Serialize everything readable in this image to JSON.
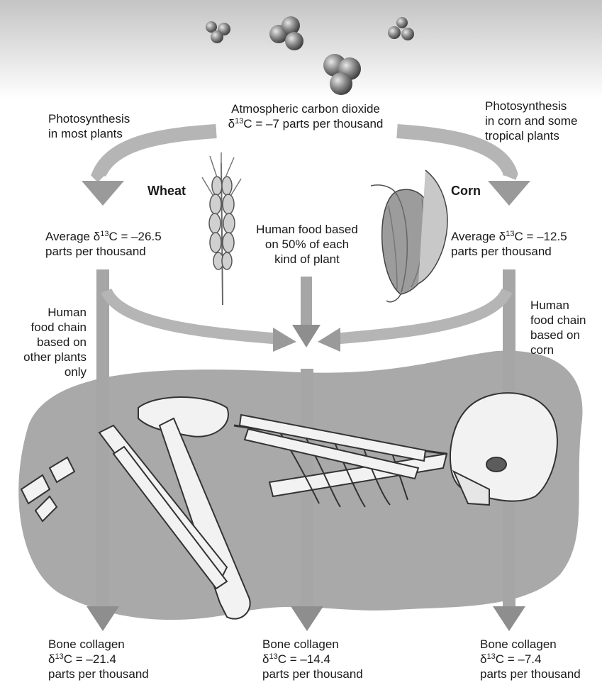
{
  "source": {
    "line1": "Atmospheric carbon dioxide",
    "delta_prefix": "δ",
    "superscript": "13",
    "line2_suffix": "C = –7 parts per thousand"
  },
  "pathways": {
    "left_photo": [
      "Photosynthesis",
      "in most plants"
    ],
    "right_photo": [
      "Photosynthesis",
      "in corn and some",
      "tropical plants"
    ]
  },
  "plants": {
    "wheat": {
      "name": "Wheat",
      "avg_prefix": "Average δ",
      "superscript": "13",
      "avg_suffix": "C  = –26.5",
      "avg_line2": "parts per thousand"
    },
    "corn": {
      "name": "Corn",
      "avg_prefix": "Average δ",
      "superscript": "13",
      "avg_suffix": "C  = –12.5",
      "avg_line2": "parts per thousand"
    }
  },
  "mixed_diet": [
    "Human food based",
    "on 50% of each",
    "kind of plant"
  ],
  "food_chains": {
    "left": [
      "Human",
      "food chain",
      "based on",
      "other plants",
      "only"
    ],
    "right": [
      "Human",
      "food chain",
      "based on",
      "corn"
    ]
  },
  "bone_collagen": [
    {
      "label": "Bone collagen",
      "prefix": "δ",
      "superscript": "13",
      "value": "C = –21.4",
      "unit": "parts per thousand"
    },
    {
      "label": "Bone collagen",
      "prefix": "δ",
      "superscript": "13",
      "value": "C = –14.4",
      "unit": "parts per thousand"
    },
    {
      "label": "Bone collagen",
      "prefix": "δ",
      "superscript": "13",
      "value": "C = –7.4",
      "unit": "parts per thousand"
    }
  ]
}
